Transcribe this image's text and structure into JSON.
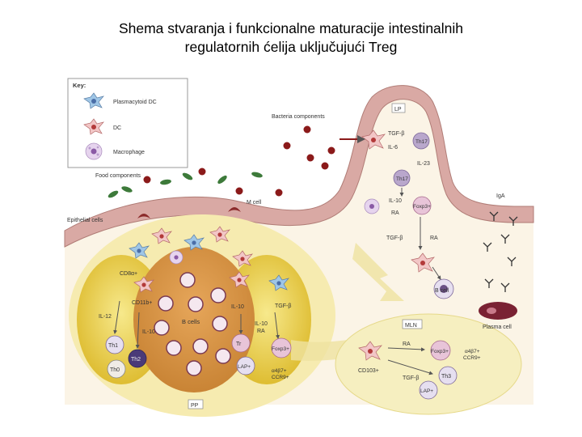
{
  "title": {
    "line1": "Shema stvaranja i funkcionalne maturacije intestinalnih",
    "line2": "regulatornih ćelija uključujući Treg"
  },
  "key": {
    "heading": "Key:",
    "items": [
      "Plasmacytoid DC",
      "DC",
      "Macrophage"
    ]
  },
  "labels": {
    "food_components": "Food components",
    "bacteria_components": "Bacteria components",
    "epithelial_cells": "Epithelial cells",
    "m_cell": "M cell",
    "lp": "LP",
    "tgf_beta_1": "TGF-β",
    "il6": "IL-6",
    "th17_a": "Th17",
    "il23": "IL-23",
    "th17_b": "Th17",
    "il10_1": "IL-10",
    "ra_1": "RA",
    "foxp3_1": "Foxp3+",
    "tgf_beta_2": "TGF-β",
    "ra_2": "RA",
    "iga": "IgA",
    "b_cell": "B cell",
    "plasma_cell": "Plasma cell",
    "cd8a": "CD8α+",
    "cd11b": "CD11b+",
    "il12": "IL-12",
    "il10_2": "IL-10",
    "th1": "Th1",
    "th2": "Th2",
    "th0": "Th0",
    "b_cells": "B cells",
    "il10_3": "IL-10",
    "tgf_beta_3": "TGF-β",
    "il10_ra": "IL-10",
    "ra_3": "RA",
    "tr": "Tr",
    "foxp3_2": "Foxp3+",
    "lap_1": "LAP+",
    "a4b7_1": "α4β7+",
    "ccr9_1": "CCR9+",
    "pp": "PP",
    "mln": "MLN",
    "ra_4": "RA",
    "cd103": "CD103+",
    "tgf_beta_4": "TGF-β",
    "foxp3_3": "Foxp3+",
    "a4b7_2": "α4β7+",
    "ccr9_2": "CCR9+",
    "th3": "Th3",
    "lap_2": "LAP+"
  },
  "colors": {
    "lumen_green": "#3d7a3a",
    "bacteria_red": "#8b1a1a",
    "epithelium_pink": "#c99494",
    "pp_yellow": "#f4e7a3",
    "b_follicle_orange": "#d89548",
    "t_zone_gold": "#e8c842",
    "mln_yellow": "#f6efc0",
    "tcell_purple": "#b9a7cc",
    "plasma_maroon": "#7a2233"
  }
}
